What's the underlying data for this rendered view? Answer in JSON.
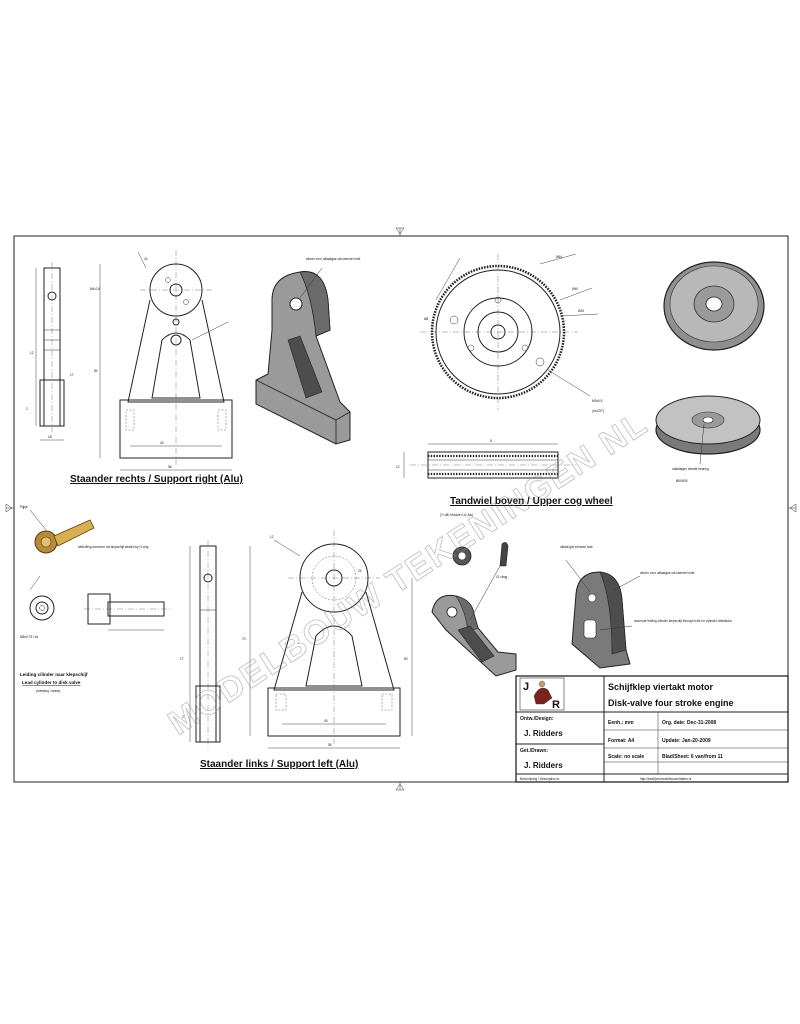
{
  "drawing": {
    "views": {
      "support_right": {
        "title": "Staander rechts / Support right (Alu)",
        "dims": [
          "M6-0.8",
          "12",
          "80",
          "40",
          "56",
          "24",
          "17",
          "2",
          "18"
        ]
      },
      "support_left": {
        "title": "Staander links / Support left (Alu)",
        "dims": [
          "12",
          "40",
          "56",
          "70",
          "80",
          "24",
          "17",
          "2"
        ]
      },
      "cog_wheel": {
        "title": "Tandwiel boven / Upper cog wheel",
        "subtitle": "(T=48; Module 0.6; Alu)",
        "dims": [
          "Ø64",
          "Ø40",
          "Ø26",
          "Ø8",
          "M3x0.5",
          "(4x120°)",
          "12",
          "8"
        ]
      }
    },
    "callouts": {
      "exhaust_top": "afvoer voor uitlaatgas via tweede holte",
      "exhaust_right": "afvoer voor uitlaatgas via tweede holte",
      "needle_bearing": "naaldlager\nneedle bearing",
      "bearing_code": "BK0609",
      "oring": "O-ring",
      "exhaust_hole": "uitlaat gat\nexhaust hole",
      "cylinder_hole": "doorvoer leiding cilinder-klepschijf\nthrough hole for cylinder-distributor",
      "pipe": "Pijpje",
      "pipe_note": "afdichting doorvoer\nvia klepschijf\nsealed by O-ring",
      "lead_cylinder": "Leiding cilinder naar klepschijf",
      "lead_cylinder_en": "Lead cylinder to disk valve",
      "lead_cylinder_sub": "(messing / brass)",
      "m5": "M5x0.75 / 6x"
    },
    "watermark": "MODELBOUW TEKENINGEN NL"
  },
  "title_block": {
    "title_nl": "Schijfklep viertakt motor",
    "title_en": "Disk-valve four stroke engine",
    "design_label": "Ontw./Design:",
    "design_name": "J. Ridders",
    "drawn_label": "Get./Drawn:",
    "drawn_name": "J. Ridders",
    "units": "Eenh.: mm",
    "format": "Format: A4",
    "scale": "Scale: no scale",
    "orig_date": "Org. date: Dec-31-2008",
    "update": "Update: Jan-20-2009",
    "sheet": "Blad/Sheet: 6 van/from 11",
    "description": "Beschrijving / Description in:",
    "url": "http://bedrijvenmodelbouw/ridders.nl",
    "logo_letters": [
      "J",
      "R"
    ]
  }
}
